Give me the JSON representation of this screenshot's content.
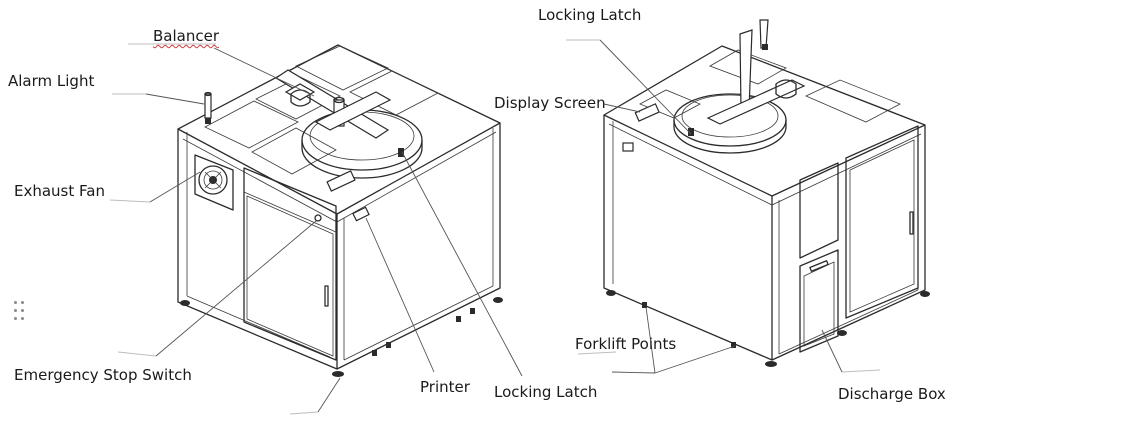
{
  "labels": {
    "balancer": "Balancer",
    "alarm_light": "Alarm  Light",
    "exhaust_fan": "Exhaust Fan",
    "emergency_stop_switch": "Emergency Stop Switch",
    "printer": "Printer",
    "locking_latch_front": "Locking Latch",
    "locking_latch_top": "Locking Latch",
    "display_screen": "Display Screen",
    "forklift_points": "Forklift Points",
    "discharge_box": "Discharge Box"
  },
  "icons": {
    "drag_handle": "grip-dots-icon"
  }
}
